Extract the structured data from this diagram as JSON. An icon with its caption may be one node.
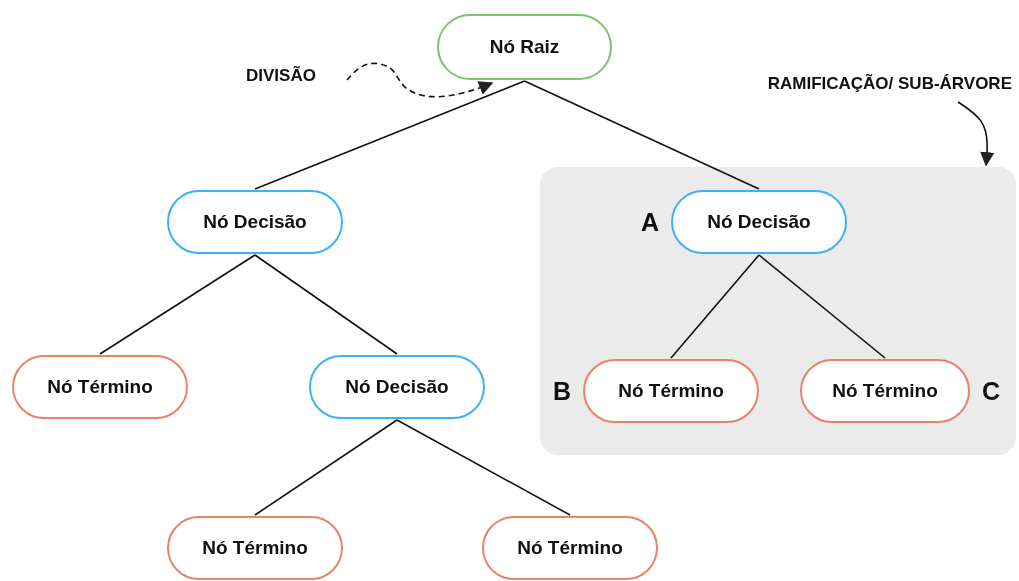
{
  "diagram": {
    "nodes": [
      {
        "text": [
          "Nó Raiz"
        ]
      },
      {
        "text": [
          "DIVISÃO"
        ]
      },
      {
        "text": [
          "RAMIFICAÇÃO/ SUB-ÁRVORE"
        ]
      },
      {
        "text": [
          "Nó Decisão"
        ]
      },
      {
        "text": [],
        "shape": "box"
      },
      {
        "text": [
          "Nó Decisão"
        ],
        "in": 4,
        "beside": [
          "A"
        ]
      },
      {
        "text": [
          "Nó Término"
        ]
      },
      {
        "text": [
          "Nó Decisão"
        ]
      },
      {
        "text": [
          "Nó Término"
        ],
        "in": 4,
        "beside": [
          "B"
        ]
      },
      {
        "text": [
          "Nó Término"
        ],
        "in": 4,
        "beside": [
          "C"
        ]
      },
      {
        "text": [
          "Nó Término"
        ]
      },
      {
        "text": [
          "Nó Término"
        ]
      }
    ],
    "edges": [
      {
        "from": 1,
        "to": 0,
        "arrow": "to",
        "style": "dashed"
      },
      {
        "from": 2,
        "to": 4,
        "arrow": "to"
      },
      {
        "from": 0,
        "to": 3,
        "arrow": "none"
      },
      {
        "from": 0,
        "to": 5,
        "arrow": "none"
      },
      {
        "from": 3,
        "to": 6,
        "arrow": "none"
      },
      {
        "from": 3,
        "to": 7,
        "arrow": "none"
      },
      {
        "from": 5,
        "to": 8,
        "arrow": "none"
      },
      {
        "from": 5,
        "to": 9,
        "arrow": "none"
      },
      {
        "from": 7,
        "to": 10,
        "arrow": "none"
      },
      {
        "from": 7,
        "to": 11,
        "arrow": "none"
      }
    ]
  }
}
